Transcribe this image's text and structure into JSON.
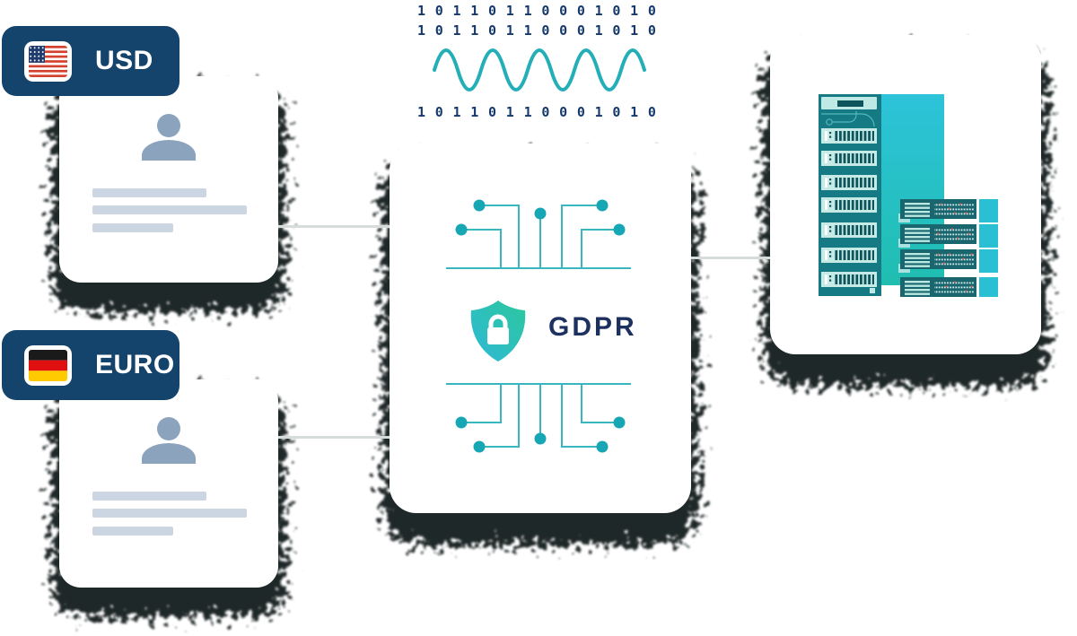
{
  "badges": {
    "usd": {
      "label": "USD",
      "flag_icon": "us-flag-icon"
    },
    "euro": {
      "label": "EURO",
      "flag_icon": "germany-flag-icon"
    }
  },
  "profile_cards": {
    "usd": {
      "person_icon": "person-icon",
      "placeholder_lines": 3
    },
    "euro": {
      "person_icon": "person-icon",
      "placeholder_lines": 3
    }
  },
  "gdpr_card": {
    "label": "GDPR",
    "shield_icon": "shield-lock-icon",
    "circuit_icon": "circuit-traces-icon"
  },
  "server_card": {
    "server_icon": "server-rack-icon"
  },
  "signal": {
    "binary_row_1": "1 0 1 1 0 1 1 0 0 0 1 0 1 0",
    "binary_row_2": "1 0 1 1 0 1 1 0 0 0 1 0 1 0",
    "binary_row_3": "1 0 1 1 0 1 1 0 0 0 1 0 1 0",
    "wave_icon": "sine-wave-icon"
  },
  "colors": {
    "badge_navy": "#14436b",
    "badge_label_text": "#ffffff",
    "binary_navy": "#15396a",
    "signal_teal": "#23aeb8",
    "circuit_teal": "#38b7c1",
    "circuit_dot_teal": "#17a7b4",
    "gdpr_text_navy": "#1d3160",
    "shield_gradient_start": "#2fb9d8",
    "shield_gradient_end": "#2cc79d",
    "person_slate": "#8ca3bd",
    "placeholder_line": "#ccd6e2",
    "connector_gray": "#d6dcd9",
    "server_teal_dark": "#157a83",
    "server_panel_cyan": "#2cc2d9",
    "rack_teal": "#19666e",
    "led_red": "#e25449",
    "card_white": "#ffffff"
  }
}
